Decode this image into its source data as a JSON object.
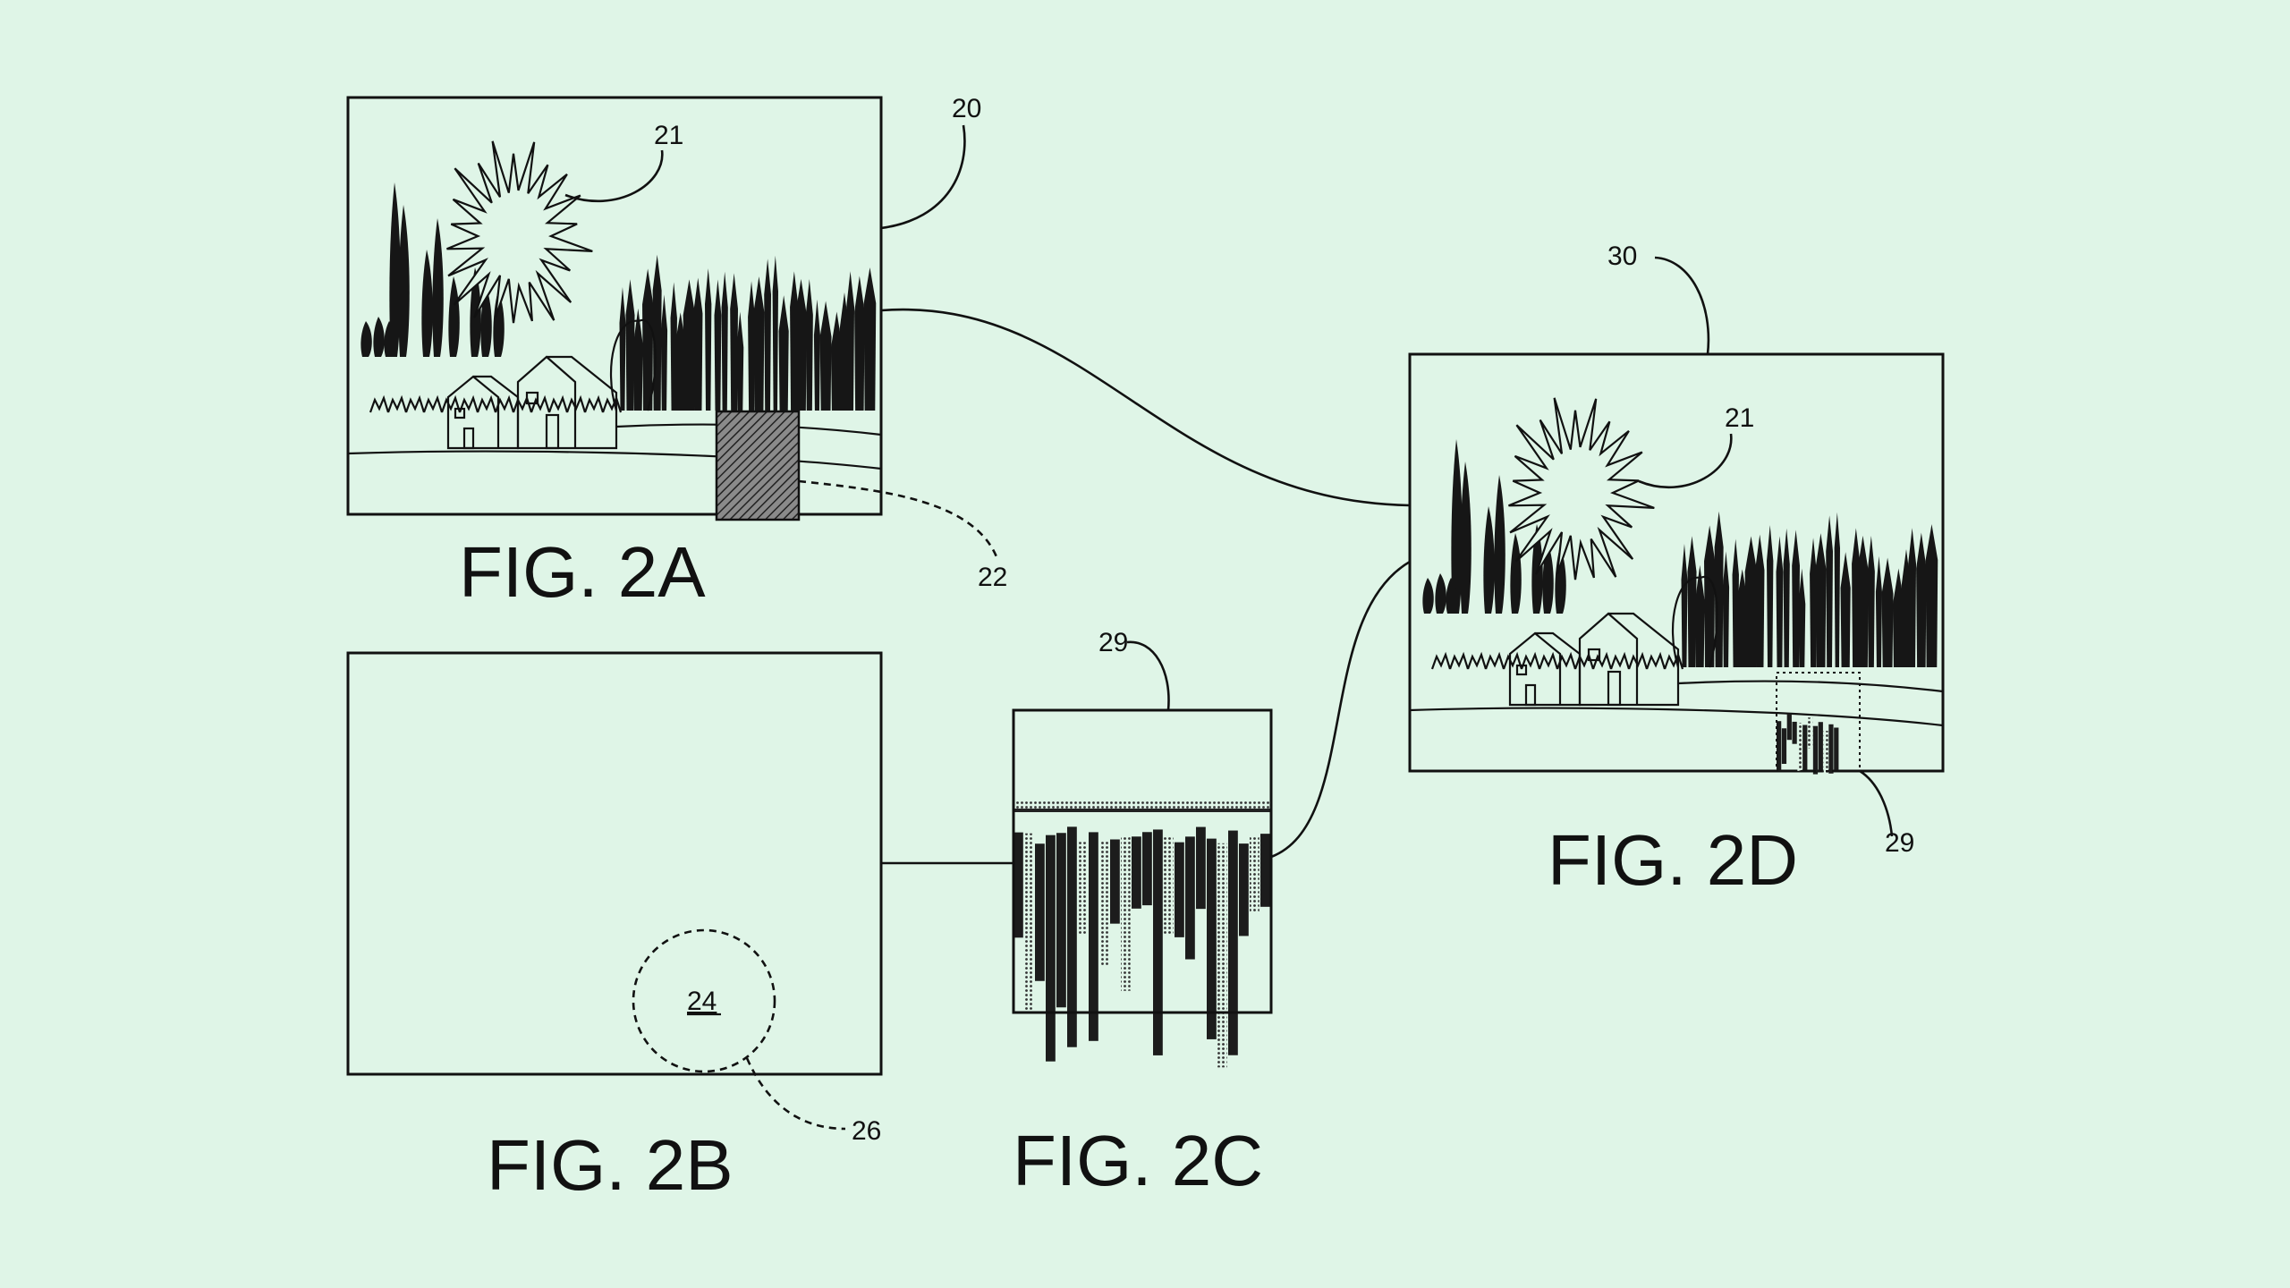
{
  "figures": {
    "a": {
      "caption": "FIG. 2A",
      "ref_image": "20",
      "ref_object": "21",
      "ref_region": "22"
    },
    "b": {
      "caption": "FIG. 2B",
      "ref_region": "24",
      "ref_boundary": "26"
    },
    "c": {
      "caption": "FIG. 2C",
      "ref_patch": "29"
    },
    "d": {
      "caption": "FIG. 2D",
      "ref_image": "30",
      "ref_object": "21",
      "ref_patch": "29"
    }
  },
  "colors": {
    "background": "#dff5e7",
    "ink": "#111111"
  }
}
